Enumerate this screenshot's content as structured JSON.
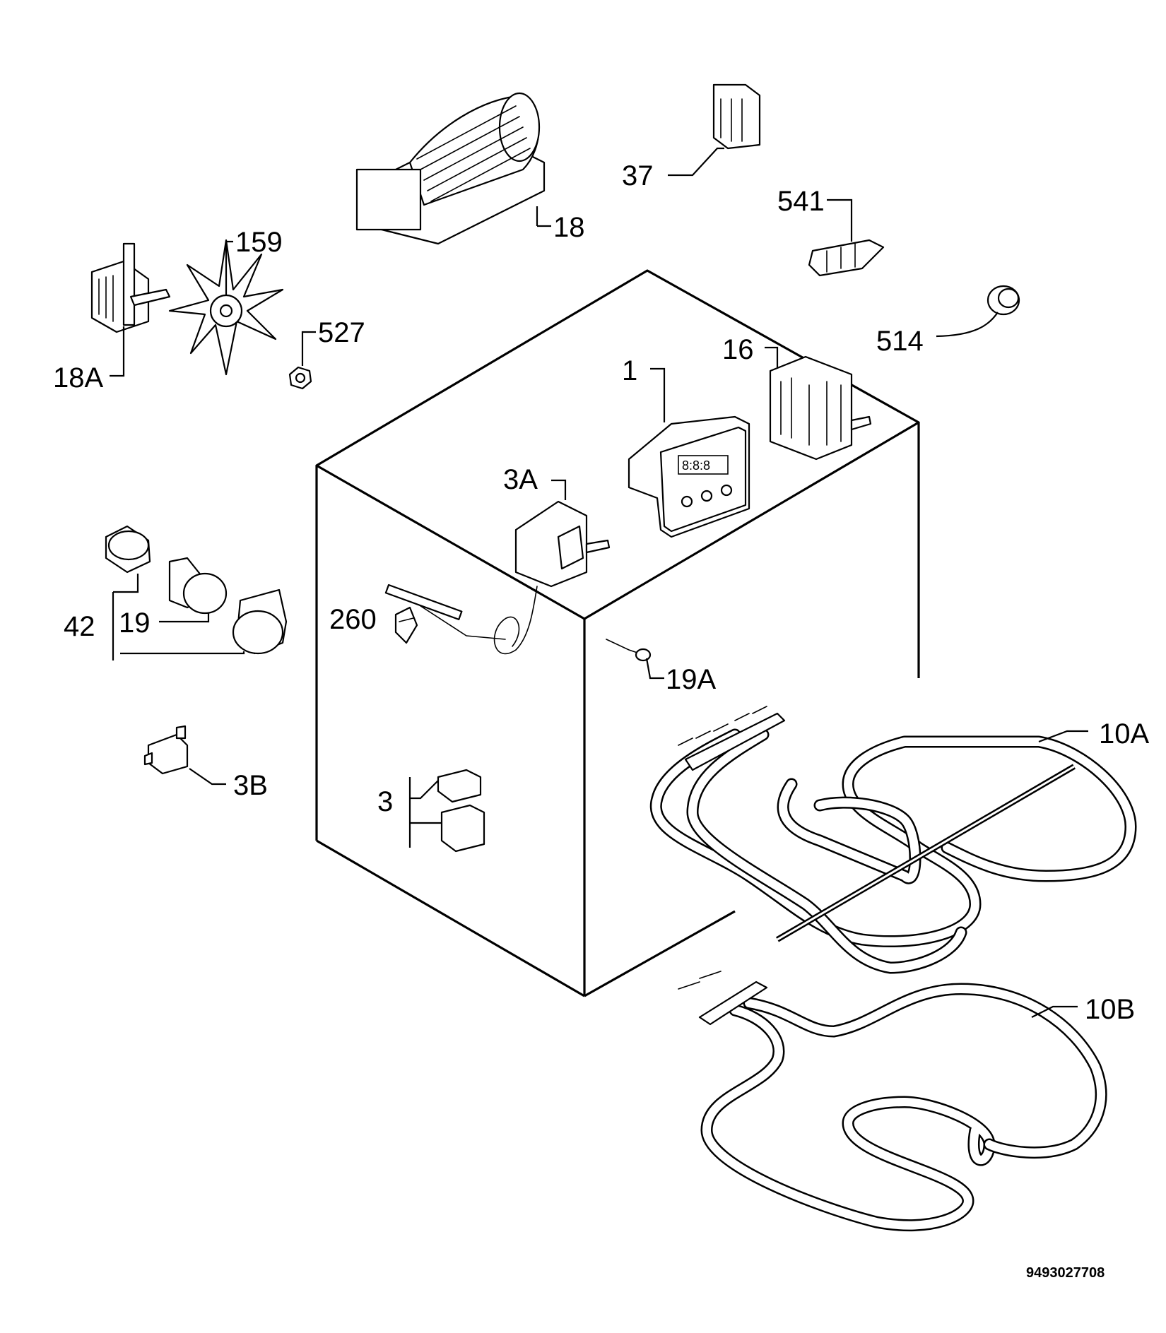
{
  "diagram": {
    "labels": {
      "p1": "1",
      "p3": "3",
      "p3a": "3A",
      "p3b": "3B",
      "p10a": "10A",
      "p10b": "10B",
      "p16": "16",
      "p18": "18",
      "p18a": "18A",
      "p19": "19",
      "p19a": "19A",
      "p37": "37",
      "p42": "42",
      "p159": "159",
      "p260": "260",
      "p514": "514",
      "p527": "527",
      "p541": "541"
    },
    "document_number": "9493027708"
  }
}
